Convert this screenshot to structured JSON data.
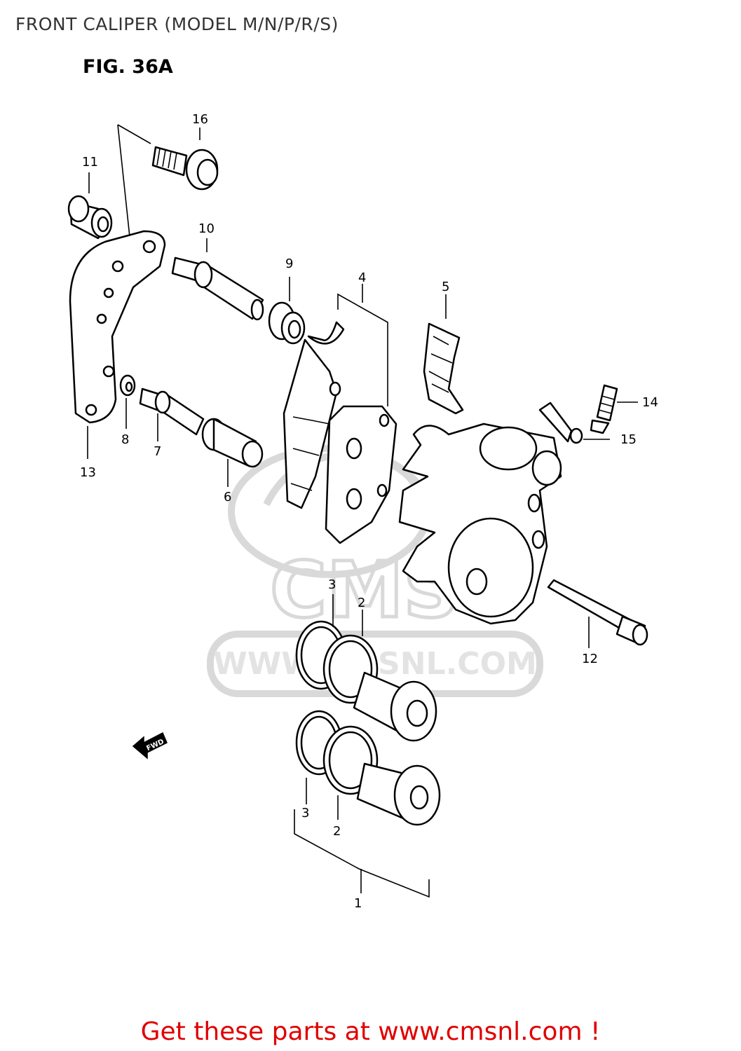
{
  "header": {
    "title": "FRONT CALIPER (MODEL M/N/P/R/S)"
  },
  "figure": {
    "label": "FIG. 36A",
    "fwd_arrow_label": "FWD"
  },
  "watermark": {
    "logo_text": "CMS",
    "url_text": "WWW.CMSNL.COM"
  },
  "callouts": [
    "1",
    "2",
    "2",
    "3",
    "3",
    "4",
    "5",
    "6",
    "7",
    "8",
    "9",
    "10",
    "11",
    "12",
    "13",
    "14",
    "15",
    "16"
  ],
  "footer": {
    "link_text": "Get these parts at www.cmsnl.com !"
  }
}
